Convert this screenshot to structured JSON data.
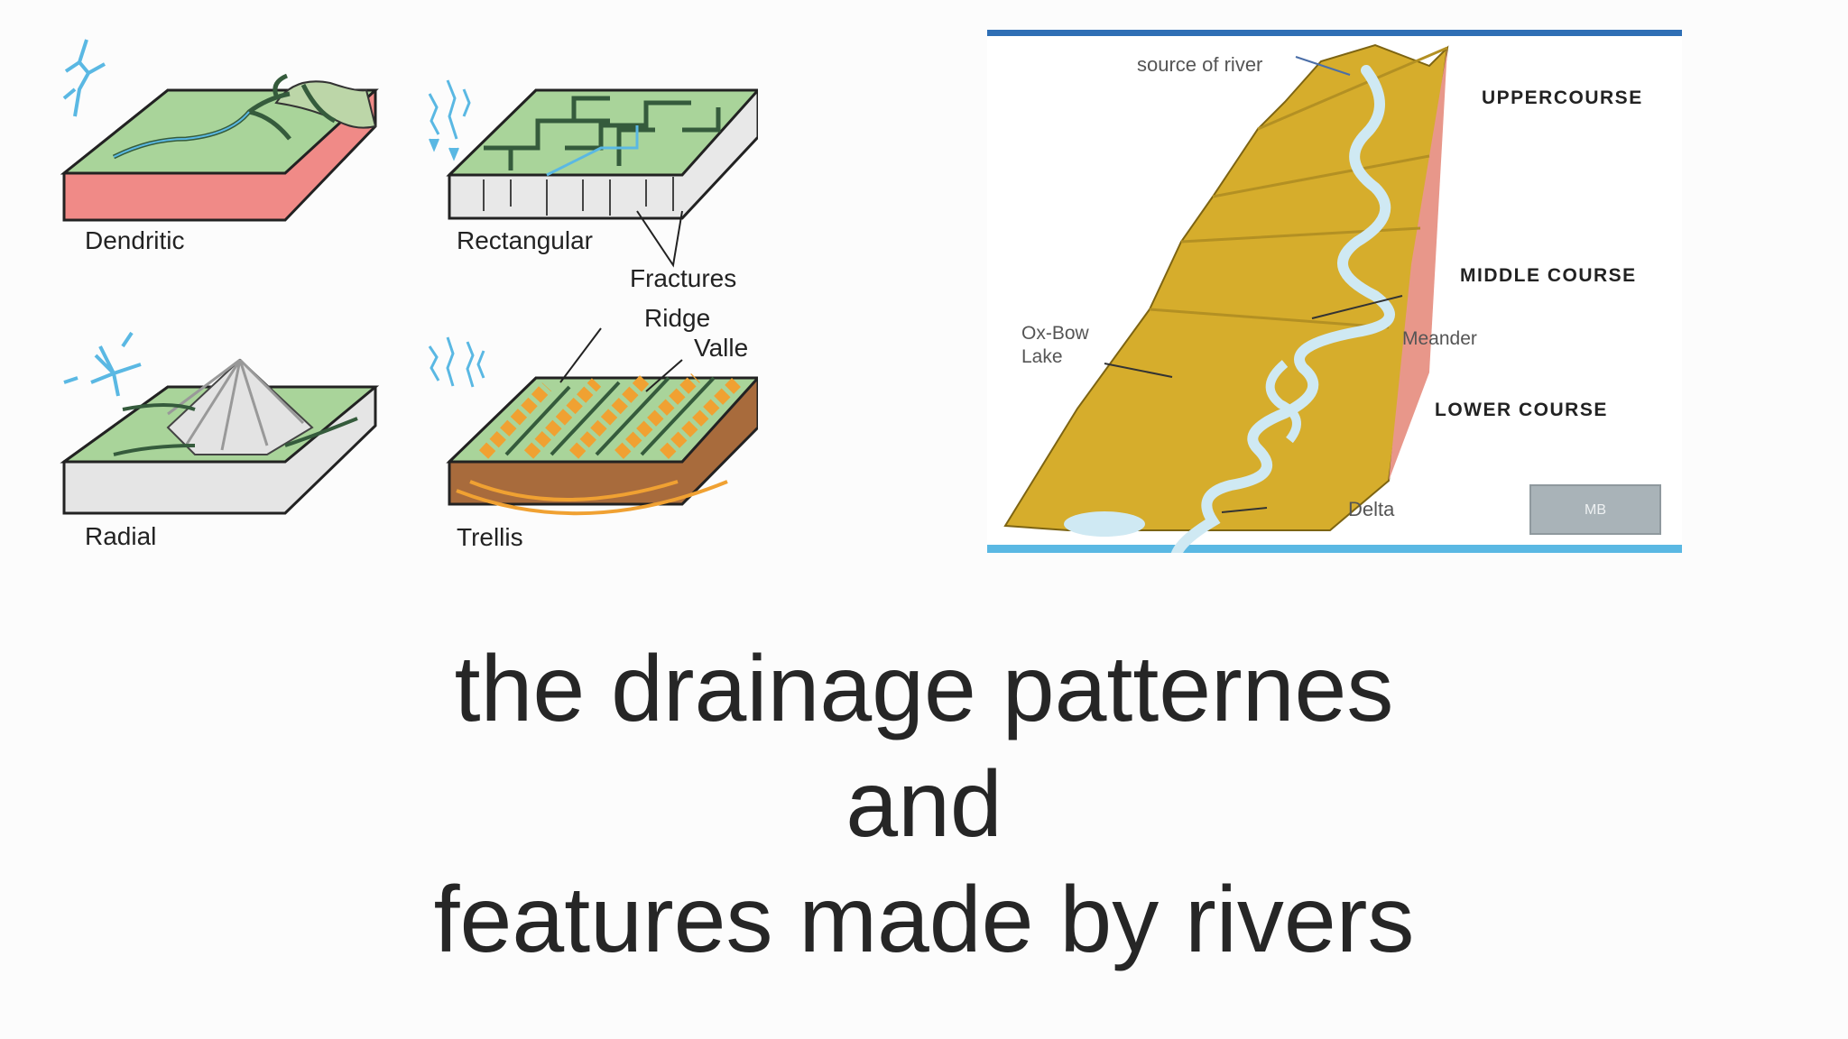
{
  "drainage": {
    "labels": {
      "dendritic": "Dendritic",
      "rectangular": "Rectangular",
      "fractures": "Fractures",
      "radial": "Radial",
      "trellis": "Trellis",
      "ridge": "Ridge",
      "valley": "Valle"
    }
  },
  "river": {
    "source": "source of river",
    "upper": "UPPERCOURSE",
    "middle": "MIDDLE COURSE",
    "lower": "LOWER COURSE",
    "oxbow_line1": "Ox-Bow",
    "oxbow_line2": "Lake",
    "meander": "Meander",
    "delta": "Delta",
    "badge": "MB"
  },
  "caption": {
    "line1": "the drainage patternes",
    "line2": "and",
    "line3": "features made by rivers"
  },
  "colors": {
    "land_green": "#a9d49a",
    "sand": "#d6ad2c",
    "caption_text": "#262626",
    "stream_blue": "#5ab8e3",
    "rock_pink": "#f08a87"
  }
}
